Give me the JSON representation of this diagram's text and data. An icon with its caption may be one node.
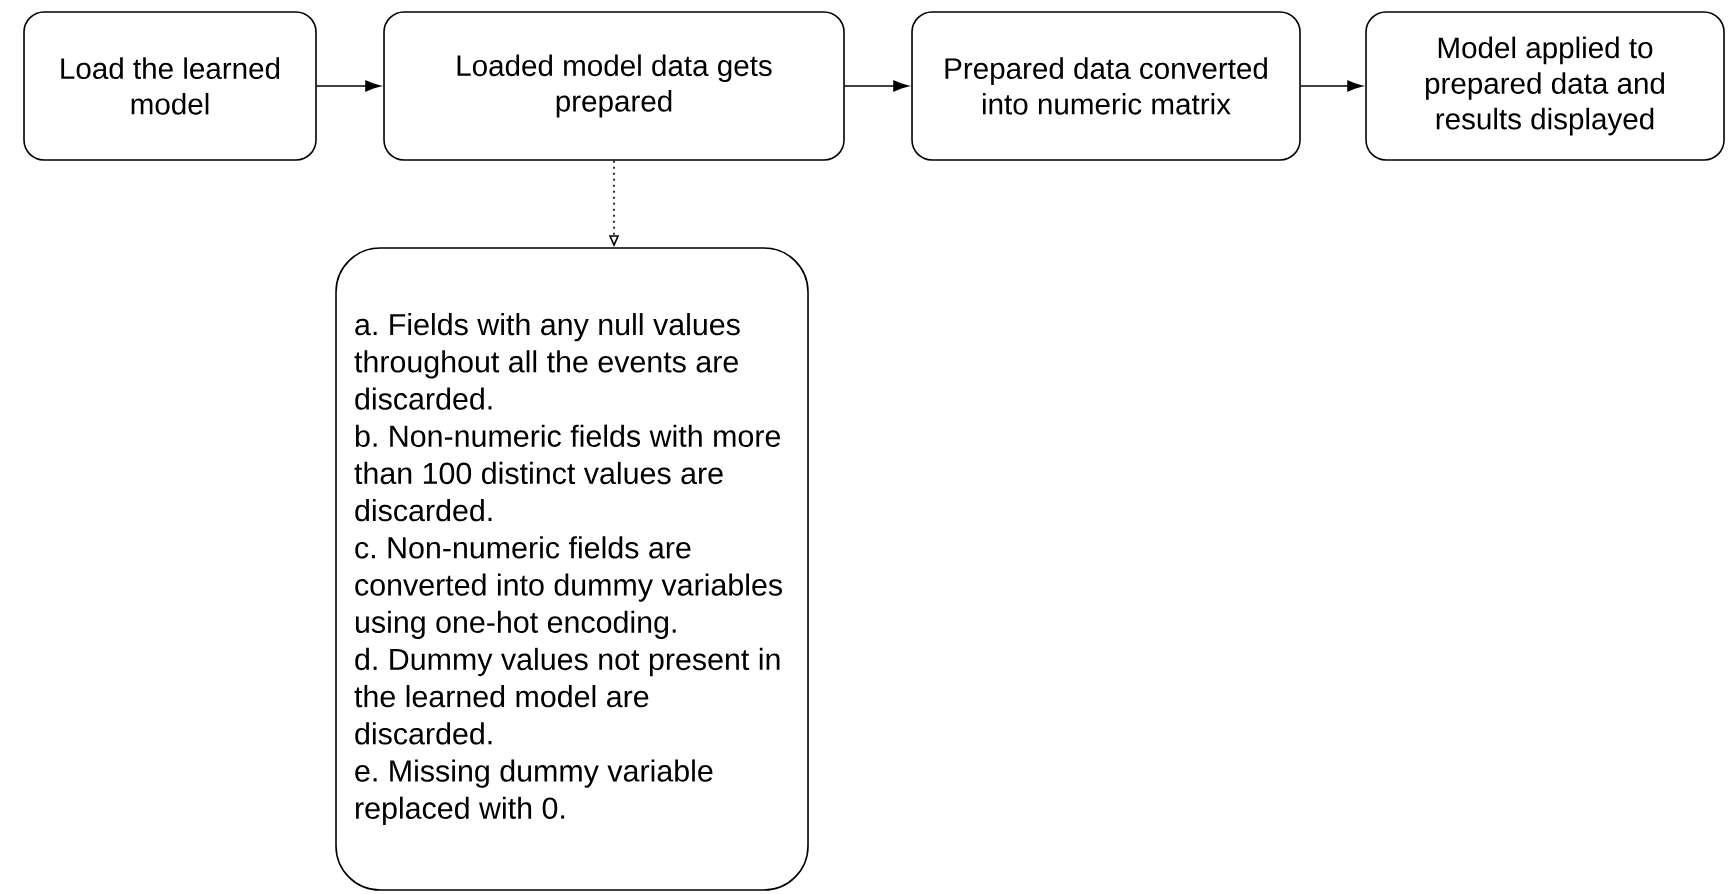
{
  "diagram": {
    "nodes": [
      {
        "text": [
          "Load the learned model"
        ]
      },
      {
        "text": [
          "Loaded model data gets prepared"
        ]
      },
      {
        "text": [
          "Prepared data converted into numeric matrix"
        ]
      },
      {
        "text": [
          "Model applied to prepared data and results displayed"
        ]
      },
      {
        "text": [
          "a. Fields with any null values throughout all the events are discarded.",
          "b. Non-numeric fields with more than 100 distinct values are discarded.",
          "c. Non-numeric fields are converted into dummy variables using one-hot encoding.",
          "d. Dummy values not present in the learned model are discarded.",
          "e. Missing dummy variable replaced with 0."
        ]
      }
    ],
    "edges": [
      {
        "from": 0,
        "to": 1,
        "arrow": "to"
      },
      {
        "from": 1,
        "to": 2,
        "arrow": "to"
      },
      {
        "from": 2,
        "to": 3,
        "arrow": "to"
      },
      {
        "from": 1,
        "to": 4,
        "arrow": "to",
        "style": "dashed"
      }
    ]
  }
}
